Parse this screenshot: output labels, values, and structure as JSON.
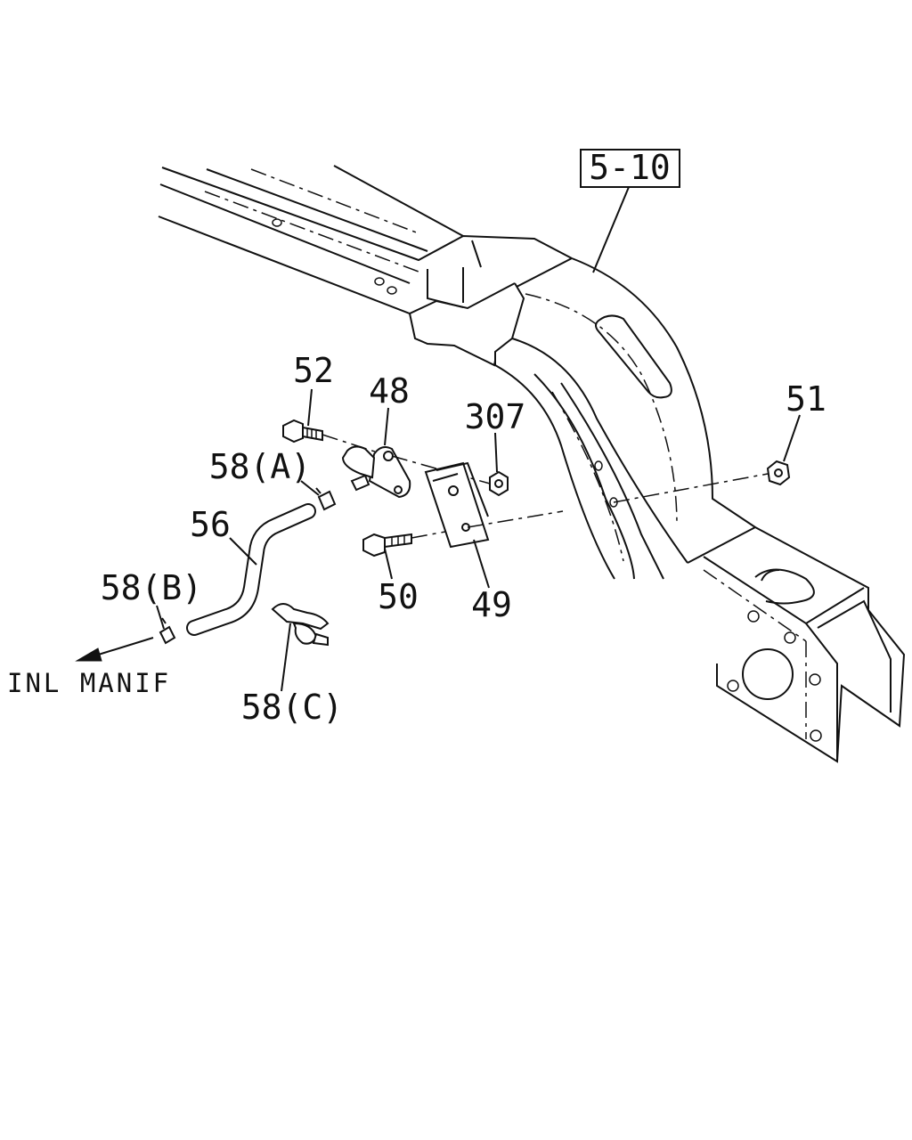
{
  "ref_box": "5-10",
  "labels": {
    "p52": "52",
    "p48": "48",
    "p307": "307",
    "p51": "51",
    "p58a": "58(A)",
    "p56": "56",
    "p58b": "58(B)",
    "p50": "50",
    "p49": "49",
    "p58c": "58(C)"
  },
  "direction_note": "INL MANIF"
}
